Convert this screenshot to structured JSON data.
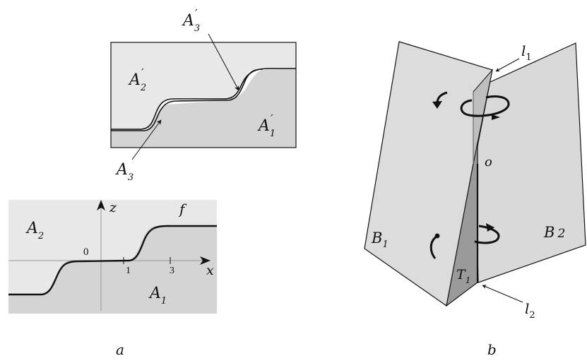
{
  "panel_a": {
    "top_box": {
      "region_A2p": {
        "base": "A",
        "sub": "2",
        "prime": "′"
      },
      "region_A1p": {
        "base": "A",
        "sub": "1",
        "prime": "′"
      },
      "region_A3p": {
        "base": "A",
        "sub": "3",
        "prime": "′"
      },
      "region_A3": {
        "base": "A",
        "sub": "3"
      }
    },
    "bottom_plot": {
      "region_A2": {
        "base": "A",
        "sub": "2"
      },
      "region_A1": {
        "base": "A",
        "sub": "1"
      },
      "curve_label": "f",
      "z_axis_label": "z",
      "x_axis_label": "x",
      "origin_label": "0",
      "tick_1": "1",
      "tick_3": "3"
    },
    "caption": "a"
  },
  "panel_b": {
    "label_l1": {
      "base": "l",
      "sub": "1"
    },
    "label_l2": {
      "base": "l",
      "sub": "2"
    },
    "label_o": "o",
    "label_B1": {
      "base": "B",
      "sub": "1"
    },
    "label_B2": {
      "base": "B",
      "sub": "2"
    },
    "label_T1": {
      "base": "T",
      "sub": "1"
    },
    "caption": "b"
  },
  "colors": {
    "light_region": "#e8e8e8",
    "dark_region": "#d4d4d4",
    "plane": "#d9d9d9",
    "triangle_dark": "#9a9a9a",
    "triangle_light": "#b8b8b8",
    "stroke": "#111111"
  }
}
